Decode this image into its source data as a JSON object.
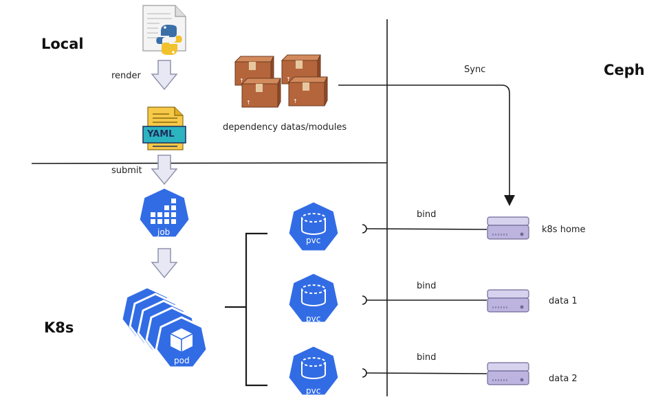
{
  "regions": {
    "local": "Local",
    "k8s": "K8s",
    "ceph": "Ceph"
  },
  "labels": {
    "render": "render",
    "submit": "submit",
    "dependency": "dependency datas/modules",
    "sync": "Sync",
    "bind": "bind",
    "yaml": "YAML",
    "job": "job",
    "pod": "pod",
    "pvc": "pvc"
  },
  "storage": [
    "k8s home",
    "data 1",
    "data 2"
  ],
  "colors": {
    "k8s_blue": "#326ce5",
    "box": "#a0522d",
    "disk": "#b8b0d8",
    "yaml": "#17a2b8"
  },
  "icons": [
    "python-file-icon",
    "boxes-icon",
    "yaml-file-icon",
    "job-icon",
    "pod-icon",
    "pvc-icon",
    "disk-icon"
  ]
}
